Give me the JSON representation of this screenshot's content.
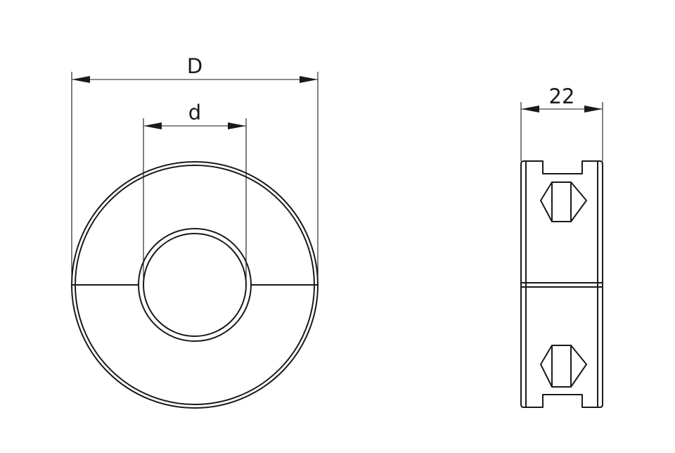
{
  "drawing": {
    "front_view": {
      "outer_diameter_label": "D",
      "inner_diameter_label": "d"
    },
    "side_view": {
      "width_label": "22"
    },
    "line_color": "#1a1a1a",
    "background": "#ffffff"
  }
}
